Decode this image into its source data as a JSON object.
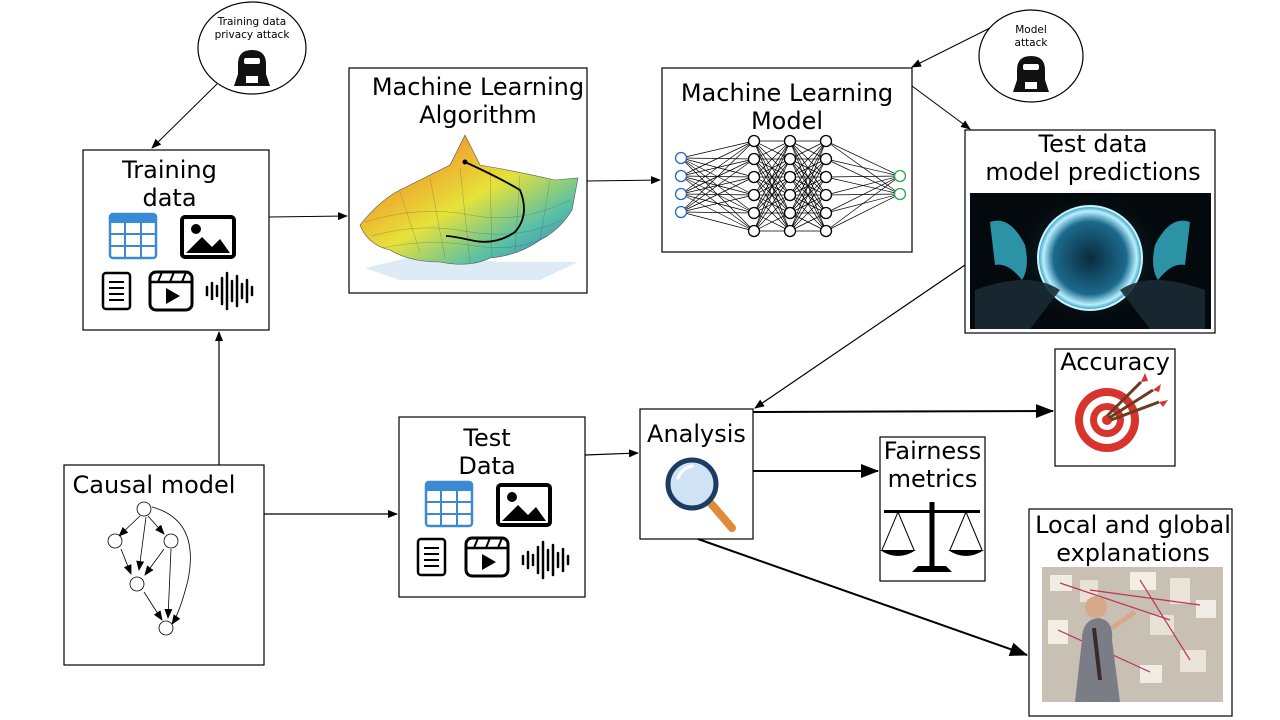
{
  "attackers": {
    "training_privacy": [
      "Training data",
      "privacy attack"
    ],
    "model": [
      "Model",
      "attack"
    ]
  },
  "boxes": {
    "training_data": [
      "Training",
      "data"
    ],
    "ml_algorithm": [
      "Machine Learning",
      "Algorithm"
    ],
    "ml_model": [
      "Machine Learning",
      "Model"
    ],
    "test_predictions": [
      "Test data",
      "model predictions"
    ],
    "causal_model": "Causal model",
    "test_data": [
      "Test",
      "Data"
    ],
    "analysis": "Analysis",
    "accuracy": "Accuracy",
    "fairness": [
      "Fairness",
      "metrics"
    ],
    "explanations": [
      "Local and global",
      "explanations"
    ]
  },
  "colors": {
    "input_neuron": "#2a66c6",
    "output_neuron": "#2aa84a",
    "table_icon": "#3a8ad6",
    "magnifier_handle": "#e08a3a",
    "target_red": "#d8332c"
  },
  "icons": [
    "hacker-icon",
    "table-icon",
    "image-icon",
    "document-icon",
    "video-icon",
    "audio-waveform-icon",
    "magnifier-icon",
    "target-icon",
    "scales-icon",
    "crystal-ball-image",
    "loss-surface-image",
    "conspiracy-board-image"
  ]
}
